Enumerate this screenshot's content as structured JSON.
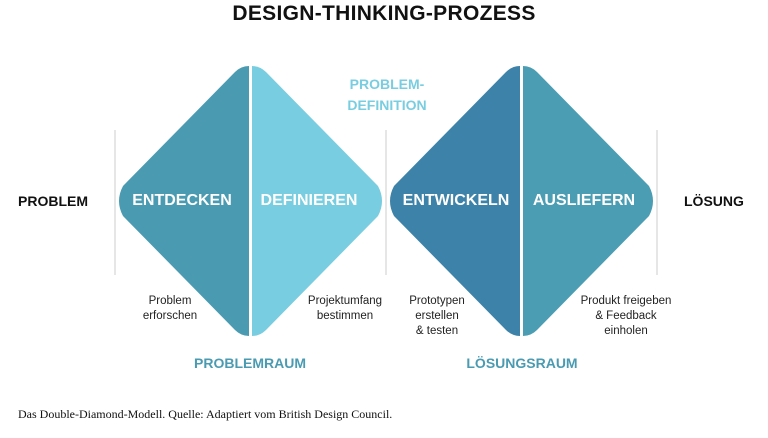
{
  "title": "DESIGN-THINKING-PROZESS",
  "start_label": "PROBLEM",
  "end_label": "LÖSUNG",
  "problem_definition": [
    "PROBLEM-",
    "DEFINITION"
  ],
  "phases": [
    {
      "label": "ENTDECKEN",
      "note": [
        "Problem",
        "erforschen"
      ],
      "color": "#4a9bb2"
    },
    {
      "label": "DEFINIEREN",
      "note": [
        "Projektumfang",
        "bestimmen"
      ],
      "color": "#79cde0"
    },
    {
      "label": "ENTWICKELN",
      "note": [
        "Prototypen",
        "erstellen",
        "& testen"
      ],
      "color": "#3d82a8"
    },
    {
      "label": "AUSLIEFERN",
      "note": [
        "Produkt freigeben",
        "& Feedback",
        "einholen"
      ],
      "color": "#4b9db3"
    }
  ],
  "spaces": [
    "PROBLEMRAUM",
    "LÖSUNGSRAUM"
  ],
  "caption": "Das Double-Diamond-Modell. Quelle: Adaptiert vom British Design Council."
}
